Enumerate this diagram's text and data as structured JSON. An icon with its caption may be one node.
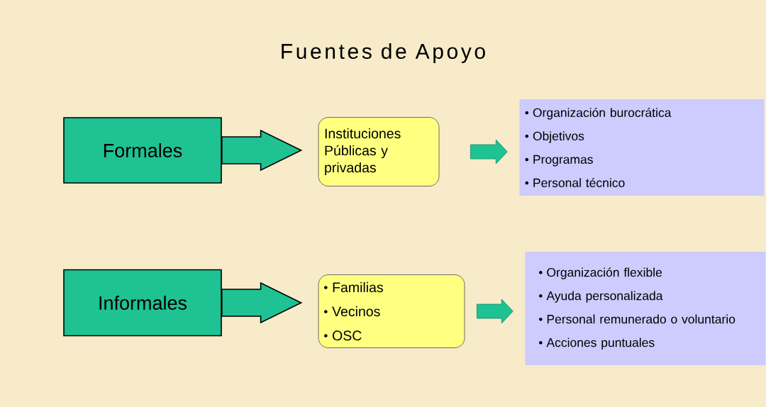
{
  "diagram": {
    "title": "Fuentes de Apoyo",
    "nodes": [
      {
        "text": [
          "Formales"
        ]
      },
      {
        "text": [
          "Instituciones Públicas y privadas"
        ]
      },
      {
        "text": [
          "Organización burocrática",
          "Objetivos",
          "Programas",
          "Personal técnico"
        ]
      },
      {
        "text": [
          "Informales"
        ]
      },
      {
        "text": [
          "Familias",
          "Vecinos",
          "OSC"
        ]
      },
      {
        "text": [
          "Organización flexible",
          "Ayuda personalizada",
          "Personal remunerado o voluntario",
          "Acciones puntuales"
        ]
      }
    ],
    "edges": [
      {
        "from": 0,
        "to": 1,
        "arrow": "to"
      },
      {
        "from": 1,
        "to": 2,
        "arrow": "to"
      },
      {
        "from": 3,
        "to": 4,
        "arrow": "to"
      },
      {
        "from": 4,
        "to": 5,
        "arrow": "to"
      }
    ]
  }
}
